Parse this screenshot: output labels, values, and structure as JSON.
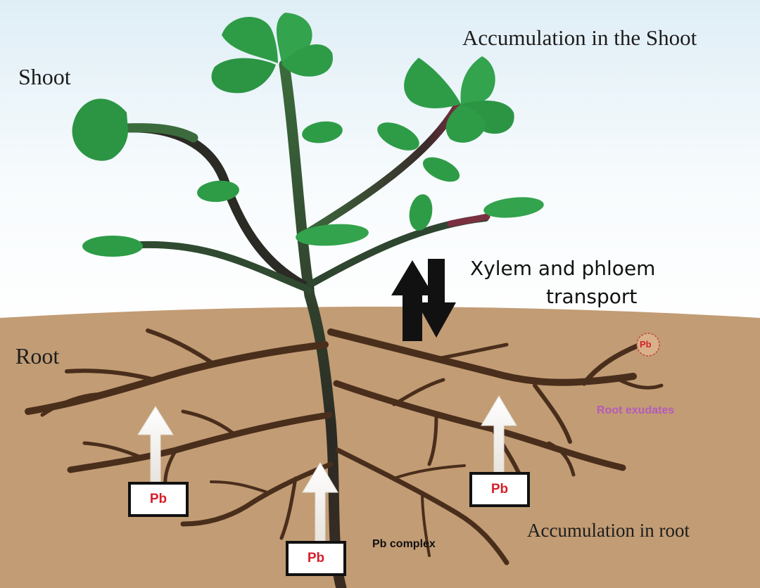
{
  "labels": {
    "shoot": "Shoot",
    "accumulation_shoot": "Accumulation in the Shoot",
    "root": "Root",
    "transport_line1": "Xylem and phloem",
    "transport_line2": "transport",
    "root_exudates": "Root exudates",
    "accumulation_root": "Accumulation in root",
    "pb_complex": "Pb complex"
  },
  "pb_boxes": [
    "Pb",
    "Pb",
    "Pb"
  ],
  "pb_particle": "Pb",
  "colors": {
    "sky_top": "#dfeef6",
    "soil": "#c29c74",
    "leaf": "#2e9c47",
    "leaf_light": "#41b557",
    "stem_dark": "#2b2a24",
    "stem_green": "#3b6b3c",
    "root": "#4a2e1c",
    "pb_text": "#d61f2a",
    "exudates_text": "#b45bbd",
    "arrow_light": "#f2f0ec"
  },
  "icons": [
    "up-down-transport-arrows-icon",
    "uptake-arrow-icon"
  ]
}
